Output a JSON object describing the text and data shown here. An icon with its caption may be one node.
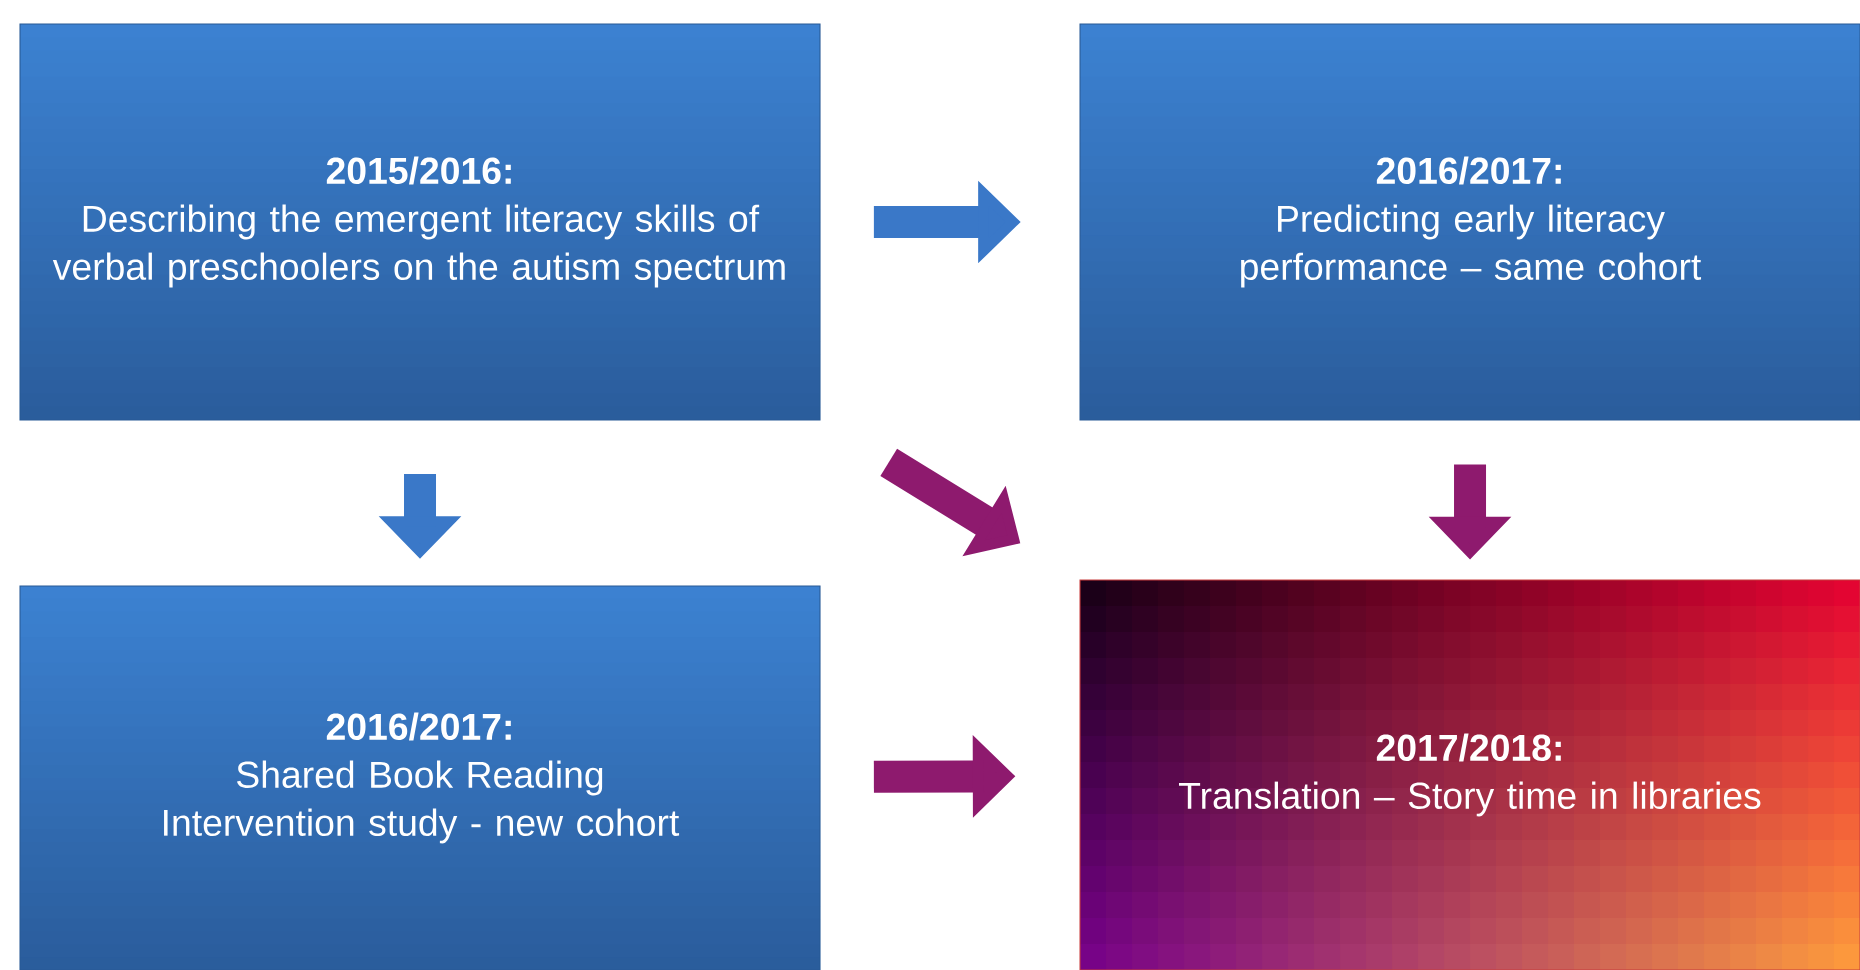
{
  "diagram": {
    "nodes": [
      {
        "text": [
          "2015/2016:",
          "Describing the emergent literacy skills of verbal preschoolers on the autism spectrum"
        ]
      },
      {
        "text": [
          "2016/2017:",
          "Predicting early literacy performance – same cohort"
        ]
      },
      {
        "text": [
          "2016/2017:",
          "Shared Book Reading Intervention study - new cohort"
        ]
      },
      {
        "text": [
          "2017/2018:",
          "Translation – Story time in libraries"
        ]
      }
    ],
    "edges": [
      {
        "from": 0,
        "to": 1,
        "arrow": "to",
        "color": "#3a78c8"
      },
      {
        "from": 0,
        "to": 2,
        "arrow": "to",
        "color": "#3a78c8"
      },
      {
        "from": 0,
        "to": 3,
        "arrow": "to"
      },
      {
        "from": 1,
        "to": 3,
        "arrow": "to"
      },
      {
        "from": 2,
        "to": 3,
        "arrow": "to"
      }
    ]
  }
}
